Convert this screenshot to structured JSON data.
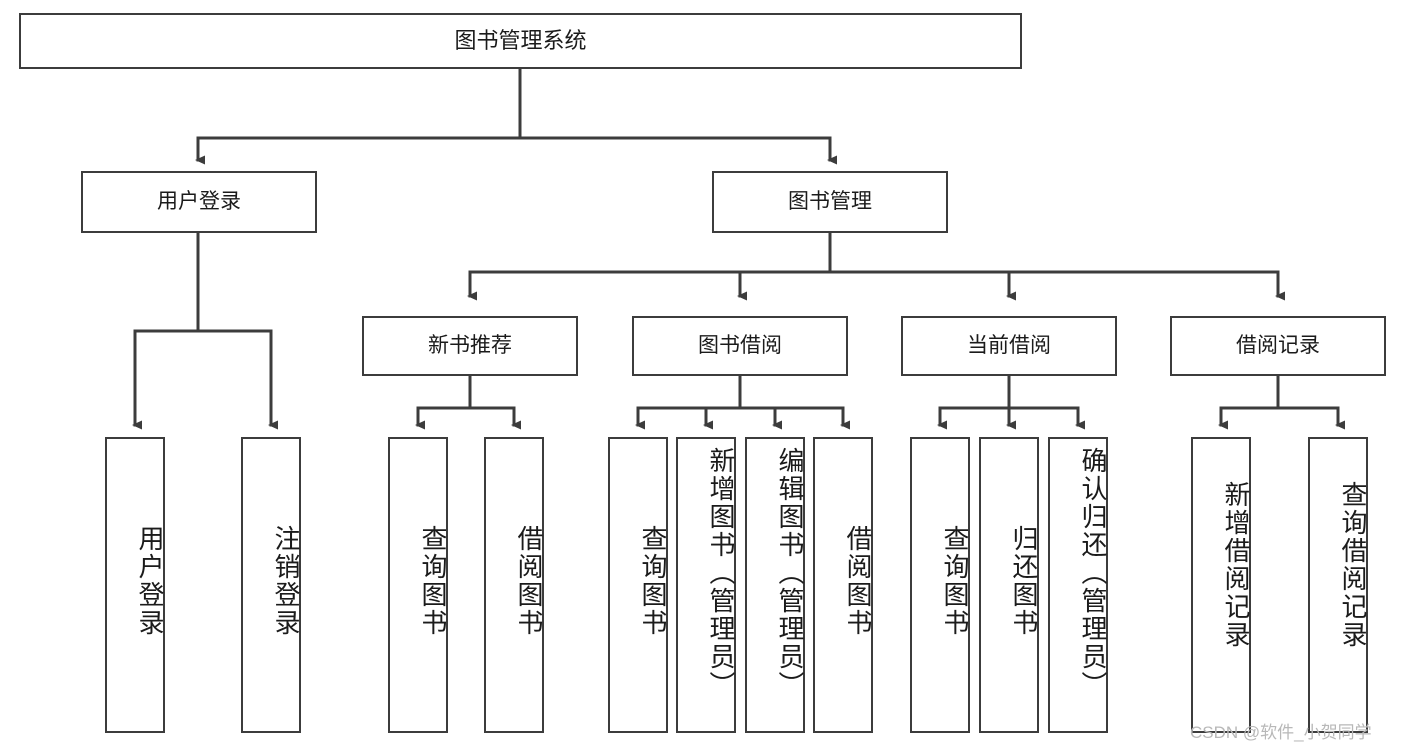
{
  "diagram": {
    "title": "图书管理系统",
    "type": "tree",
    "watermark": "CSDN @软件_小贺同学",
    "colors": {
      "box_border": "#3c3c3c",
      "box_fill": "#ffffff",
      "connector": "#3c3c3c",
      "text": "#1b1b1b",
      "watermark": "#b8b8b8",
      "background": "#ffffff"
    },
    "nodes": {
      "root": {
        "label": "图书管理系统"
      },
      "level2": [
        {
          "id": "user-login",
          "label": "用户登录"
        },
        {
          "id": "book-manage",
          "label": "图书管理"
        }
      ],
      "level3": [
        {
          "id": "new-book-recommend",
          "label": "新书推荐"
        },
        {
          "id": "book-borrow",
          "label": "图书借阅"
        },
        {
          "id": "current-borrow",
          "label": "当前借阅"
        },
        {
          "id": "borrow-record",
          "label": "借阅记录"
        }
      ],
      "leaves": {
        "user_login": [
          {
            "id": "leaf-user-login",
            "label": "用户登录"
          },
          {
            "id": "leaf-logout-login",
            "label": "注销登录"
          }
        ],
        "new_book_recommend": [
          {
            "id": "leaf-query-book-1",
            "label": "查询图书"
          },
          {
            "id": "leaf-borrow-book-1",
            "label": "借阅图书"
          }
        ],
        "book_borrow": [
          {
            "id": "leaf-query-book-2",
            "label": "查询图书"
          },
          {
            "id": "leaf-add-book",
            "label": "新增图书（管理员）"
          },
          {
            "id": "leaf-edit-book",
            "label": "编辑图书（管理员）"
          },
          {
            "id": "leaf-borrow-book-2",
            "label": "借阅图书"
          }
        ],
        "current_borrow": [
          {
            "id": "leaf-query-book-3",
            "label": "查询图书"
          },
          {
            "id": "leaf-return-book",
            "label": "归还图书"
          },
          {
            "id": "leaf-confirm-return",
            "label": "确认归还（管理员）"
          }
        ],
        "borrow_record": [
          {
            "id": "leaf-add-record",
            "label": "新增借阅记录"
          },
          {
            "id": "leaf-query-record",
            "label": "查询借阅记录"
          }
        ]
      }
    }
  }
}
